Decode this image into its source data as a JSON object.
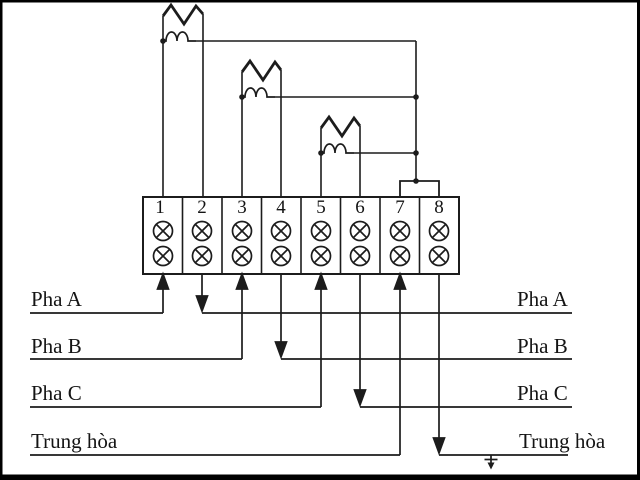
{
  "diagram": {
    "colors": {
      "line": "#1c1c1c",
      "background": "#ffffff",
      "border": "#000000"
    },
    "terminals": [
      "1",
      "2",
      "3",
      "4",
      "5",
      "6",
      "7",
      "8"
    ],
    "left_labels": [
      "Pha A",
      "Pha B",
      "Pha C",
      "Trung hòa"
    ],
    "right_labels": [
      "Pha A",
      "Pha B",
      "Pha C",
      "Trung hòa"
    ],
    "icons": [
      "current-transformer-icon",
      "terminal-screw-icon",
      "flow-arrow-up-icon",
      "flow-arrow-down-icon",
      "earth-ground-icon",
      "junction-dot-icon"
    ]
  }
}
